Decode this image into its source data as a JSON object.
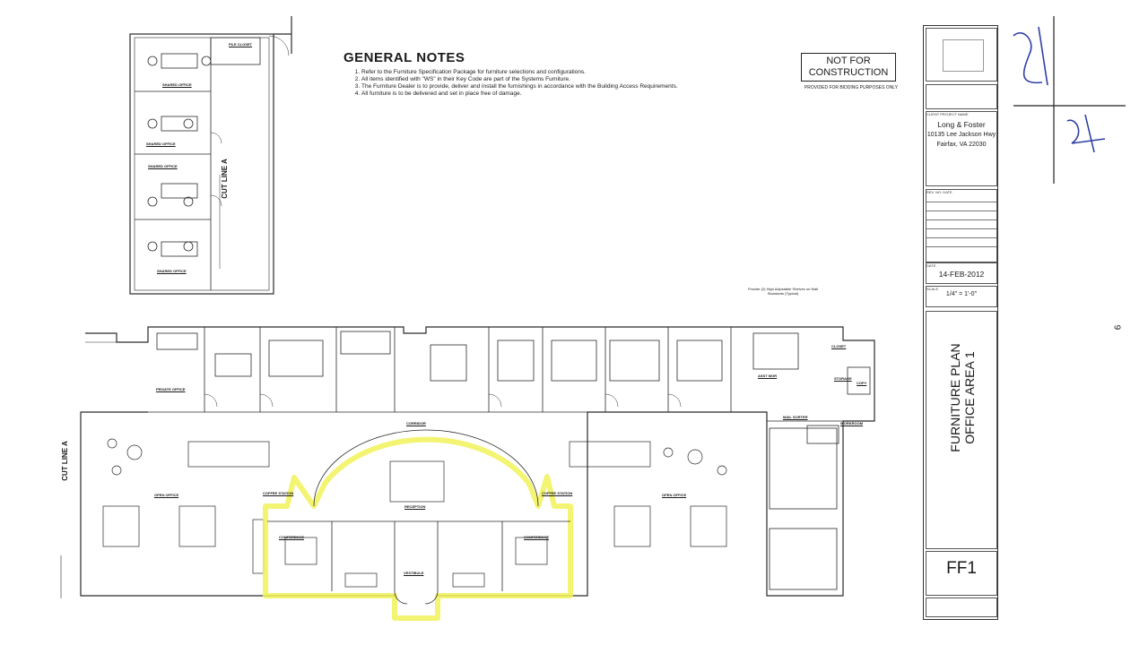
{
  "general_notes": {
    "title": "GENERAL NOTES",
    "items": [
      "Refer to the Furniture Specification Package for furniture selections and configurations.",
      "All items identified with \"WS\" in their Key Code are part of the Systems Furniture.",
      "The Furniture Dealer is to provide, deliver and install the furnishings in accordance with the Building Access Requirements.",
      "All furniture is to be delivered and set in place free of damage."
    ]
  },
  "stamp": {
    "label_line1": "NOT FOR",
    "label_line2": "CONSTRUCTION",
    "sub": "PROVIDED FOR BIDDING PURPOSES ONLY"
  },
  "title_block": {
    "client_label": "CLIENT PROJECT NAME",
    "client_name": "Long & Foster",
    "address_line1": "10135 Lee Jackson Hwy",
    "address_line2": "Fairfax, VA 22030",
    "revision_header": "REV. NO.   DATE",
    "date_label": "DATE",
    "date": "14-FEB-2012",
    "scale_label": "SCALE",
    "scale": "1/4\" = 1'-0\"",
    "drawing_title_line1": "FURNITURE PLAN",
    "drawing_title_line2": "OFFICE AREA 1",
    "sheet_number": "FF1"
  },
  "cut_lines": [
    "CUT LINE A",
    "CUT LINE A"
  ],
  "room_labels": {
    "shared_office_1": "SHARED OFFICE",
    "shared_office_2": "SHARED OFFICE",
    "shared_office_3": "SHARED OFFICE",
    "shared_office_4": "SHARED OFFICE",
    "file_closet": "FILE CLOSET",
    "private_office": "PRIVATE OFFICE",
    "open_office_left": "OPEN OFFICE",
    "open_office_right": "OPEN OFFICE",
    "reception": "RECEPTION",
    "corridor": "CORRIDOR",
    "conference_left": "CONFERENCE",
    "conference_right": "CONFERENCE",
    "coffee_station_left": "COFFEE STATION",
    "coffee_station_right": "COFFEE STATION",
    "vestibule": "VESTIBULE",
    "closet": "CLOSET",
    "storage": "STORAGE",
    "mail_sorter": "MAIL SORTER",
    "workroom": "WORKROOM",
    "copy": "COPY",
    "asst_mgr": "ASST MGR"
  },
  "annotation": {
    "shelves_note": "Provide (2) High Adjustable Shelves on Wall Standards (Typical)"
  },
  "page_number": "6",
  "colors": {
    "highlight": "#f2f25a",
    "line": "#2a2a2a",
    "ink": "#2f3fa3"
  }
}
